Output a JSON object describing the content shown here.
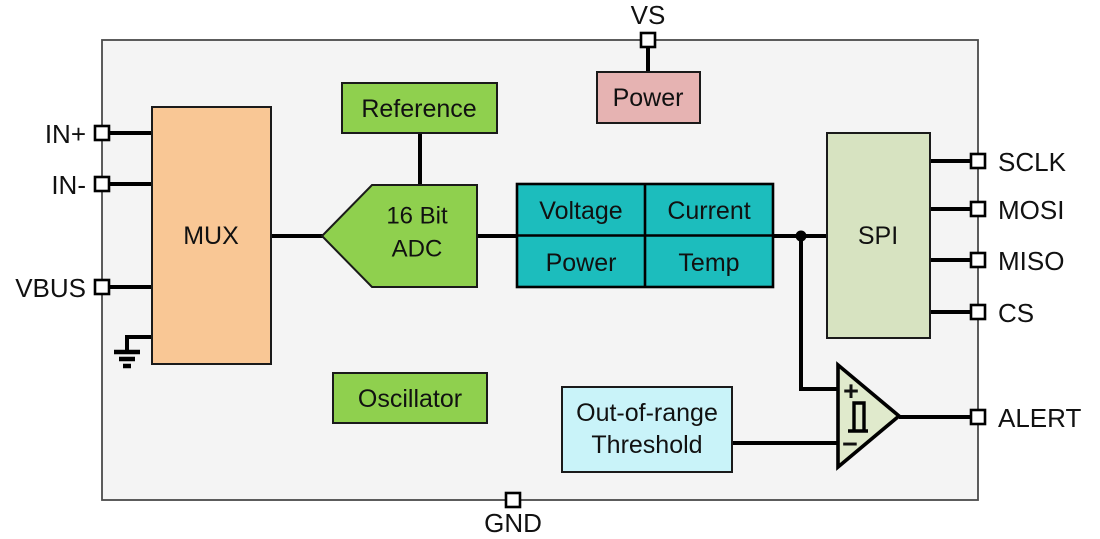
{
  "diagram": {
    "pins": {
      "vs": "VS",
      "in_plus": "IN+",
      "in_minus": "IN-",
      "vbus": "VBUS",
      "sclk": "SCLK",
      "mosi": "MOSI",
      "miso": "MISO",
      "cs": "CS",
      "alert": "ALERT",
      "gnd": "GND"
    },
    "blocks": {
      "power": "Power",
      "mux": "MUX",
      "reference": "Reference",
      "adc_line1": "16 Bit",
      "adc_line2": "ADC",
      "oscillator": "Oscillator",
      "spi": "SPI",
      "threshold_line1": "Out-of-range",
      "threshold_line2": "Threshold"
    },
    "results_table": {
      "cells": [
        "Voltage",
        "Current",
        "Power",
        "Temp"
      ]
    },
    "comparator": {
      "plus": "+",
      "minus": "−"
    },
    "colors": {
      "block_green": "#8fd04e",
      "table_teal": "#1cbdbd",
      "mux_peach": "#f9c795",
      "power_pink": "#e6b3b2",
      "spi_sage": "#d7e3c1",
      "comparator_fill": "#e0eacc",
      "threshold_cyan": "#c9f3f9",
      "chip_background": "#f4f4f4",
      "wire_black": "#000000"
    }
  }
}
